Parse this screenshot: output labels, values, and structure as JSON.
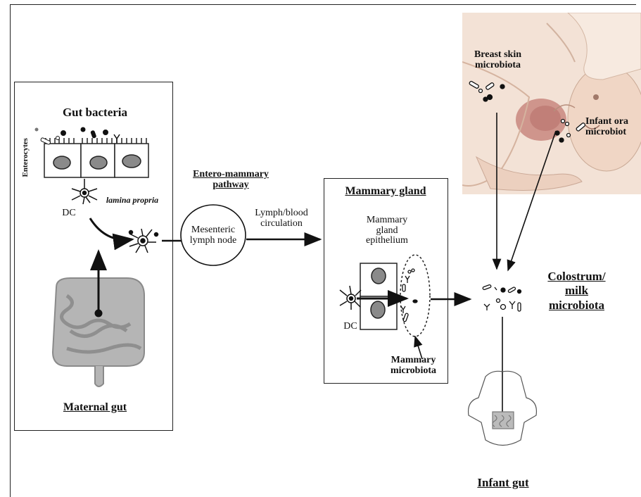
{
  "maternal": {
    "gut_bacteria": "Gut bacteria",
    "enterocytes": "Enterocytes",
    "lamina_propria": "lamina propria",
    "dc": "DC",
    "maternal_gut": "Maternal gut"
  },
  "pathway": {
    "entero_title_line1": "Entero-mammary",
    "entero_title_line2": "pathway",
    "lymph_node_line1": "Mesenteric",
    "lymph_node_line2": "lymph node",
    "circulation_line1": "Lymph/blood",
    "circulation_line2": "circulation"
  },
  "mammary": {
    "title": "Mammary gland",
    "epithelium_line1": "Mammary",
    "epithelium_line2": "gland",
    "epithelium_line3": "epithelium",
    "dc": "DC",
    "microbiota_line1": "Mammary",
    "microbiota_line2": "microbiota"
  },
  "breastfeeding": {
    "breast_skin_line1": "Breast skin",
    "breast_skin_line2": "microbiota",
    "infant_oral_line1": "Infant ora",
    "infant_oral_line2": "microbiot"
  },
  "colostrum": {
    "line1": "Colostrum/",
    "line2": "milk",
    "line3": "microbiota"
  },
  "infant_gut": "Infant gut",
  "colors": {
    "skin": "#f2dccd",
    "skin_shadow": "#d9b8a5",
    "areola": "#c98d86",
    "intestine": "#a9a9a9",
    "nucleus": "#8a8a8a"
  }
}
